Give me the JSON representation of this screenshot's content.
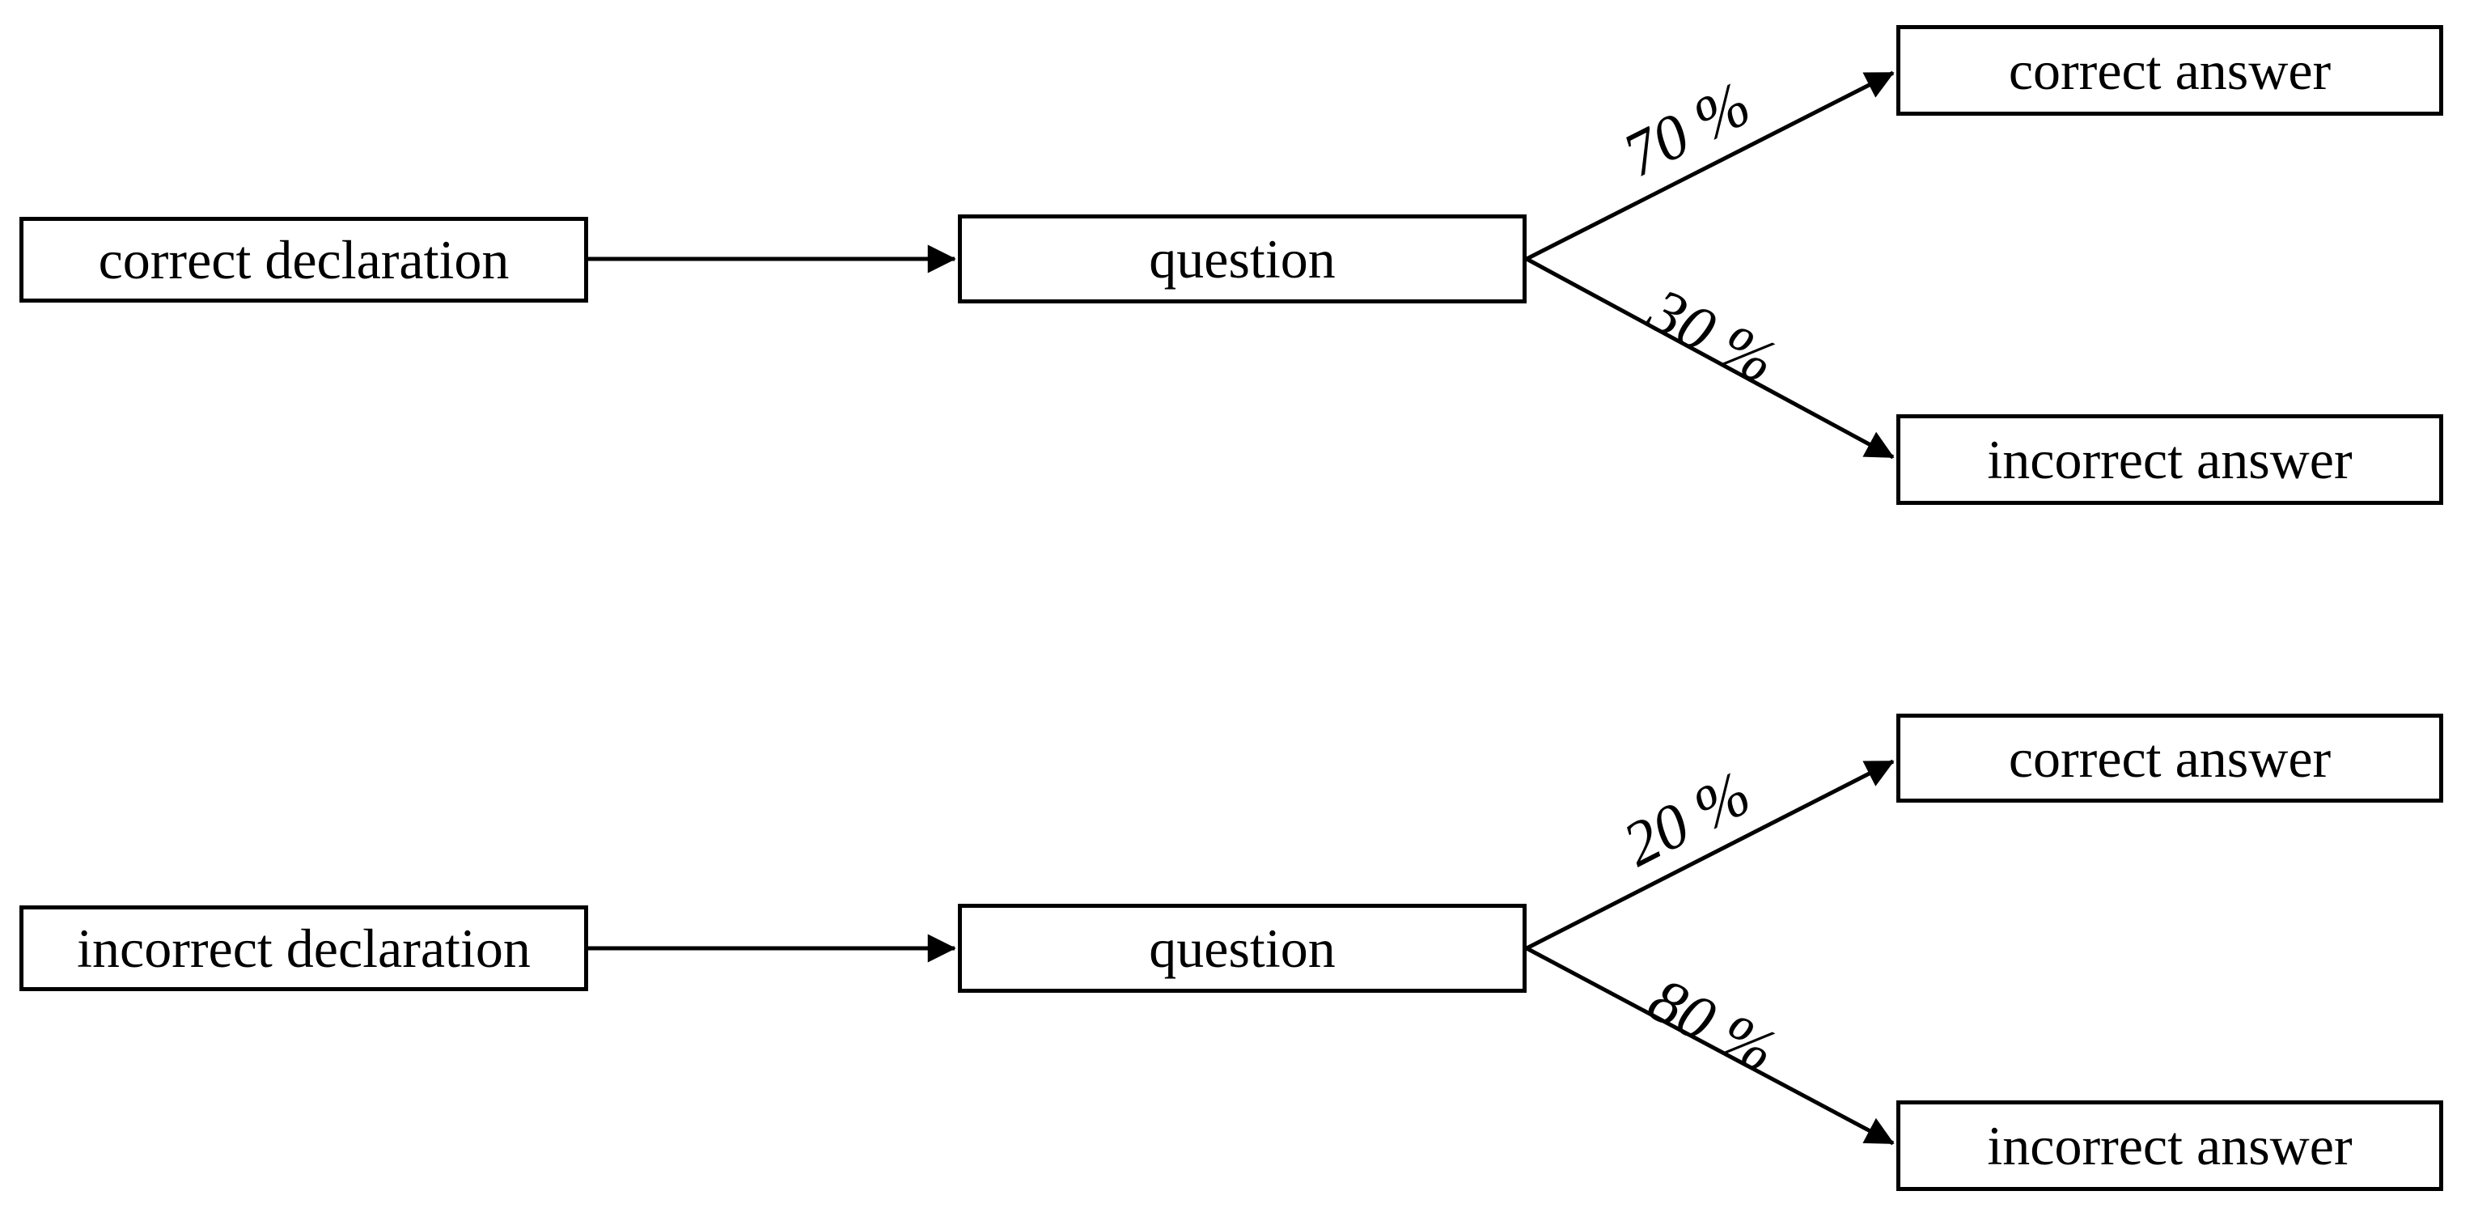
{
  "diagram": {
    "title": "declaration-question-answer probability tree",
    "background_color": "#ffffff",
    "line_color": "#000000",
    "box_border_color": "#000000",
    "text_color": "#000000",
    "flows": [
      {
        "source": {
          "label": "correct declaration"
        },
        "middle": {
          "label": "question"
        },
        "branches": [
          {
            "probability": "70 %",
            "target": {
              "label": "correct answer"
            }
          },
          {
            "probability": "30 %",
            "target": {
              "label": "incorrect answer"
            }
          }
        ]
      },
      {
        "source": {
          "label": "incorrect declaration"
        },
        "middle": {
          "label": "question"
        },
        "branches": [
          {
            "probability": "20 %",
            "target": {
              "label": "correct answer"
            }
          },
          {
            "probability": "80 %",
            "target": {
              "label": "incorrect answer"
            }
          }
        ]
      }
    ]
  }
}
